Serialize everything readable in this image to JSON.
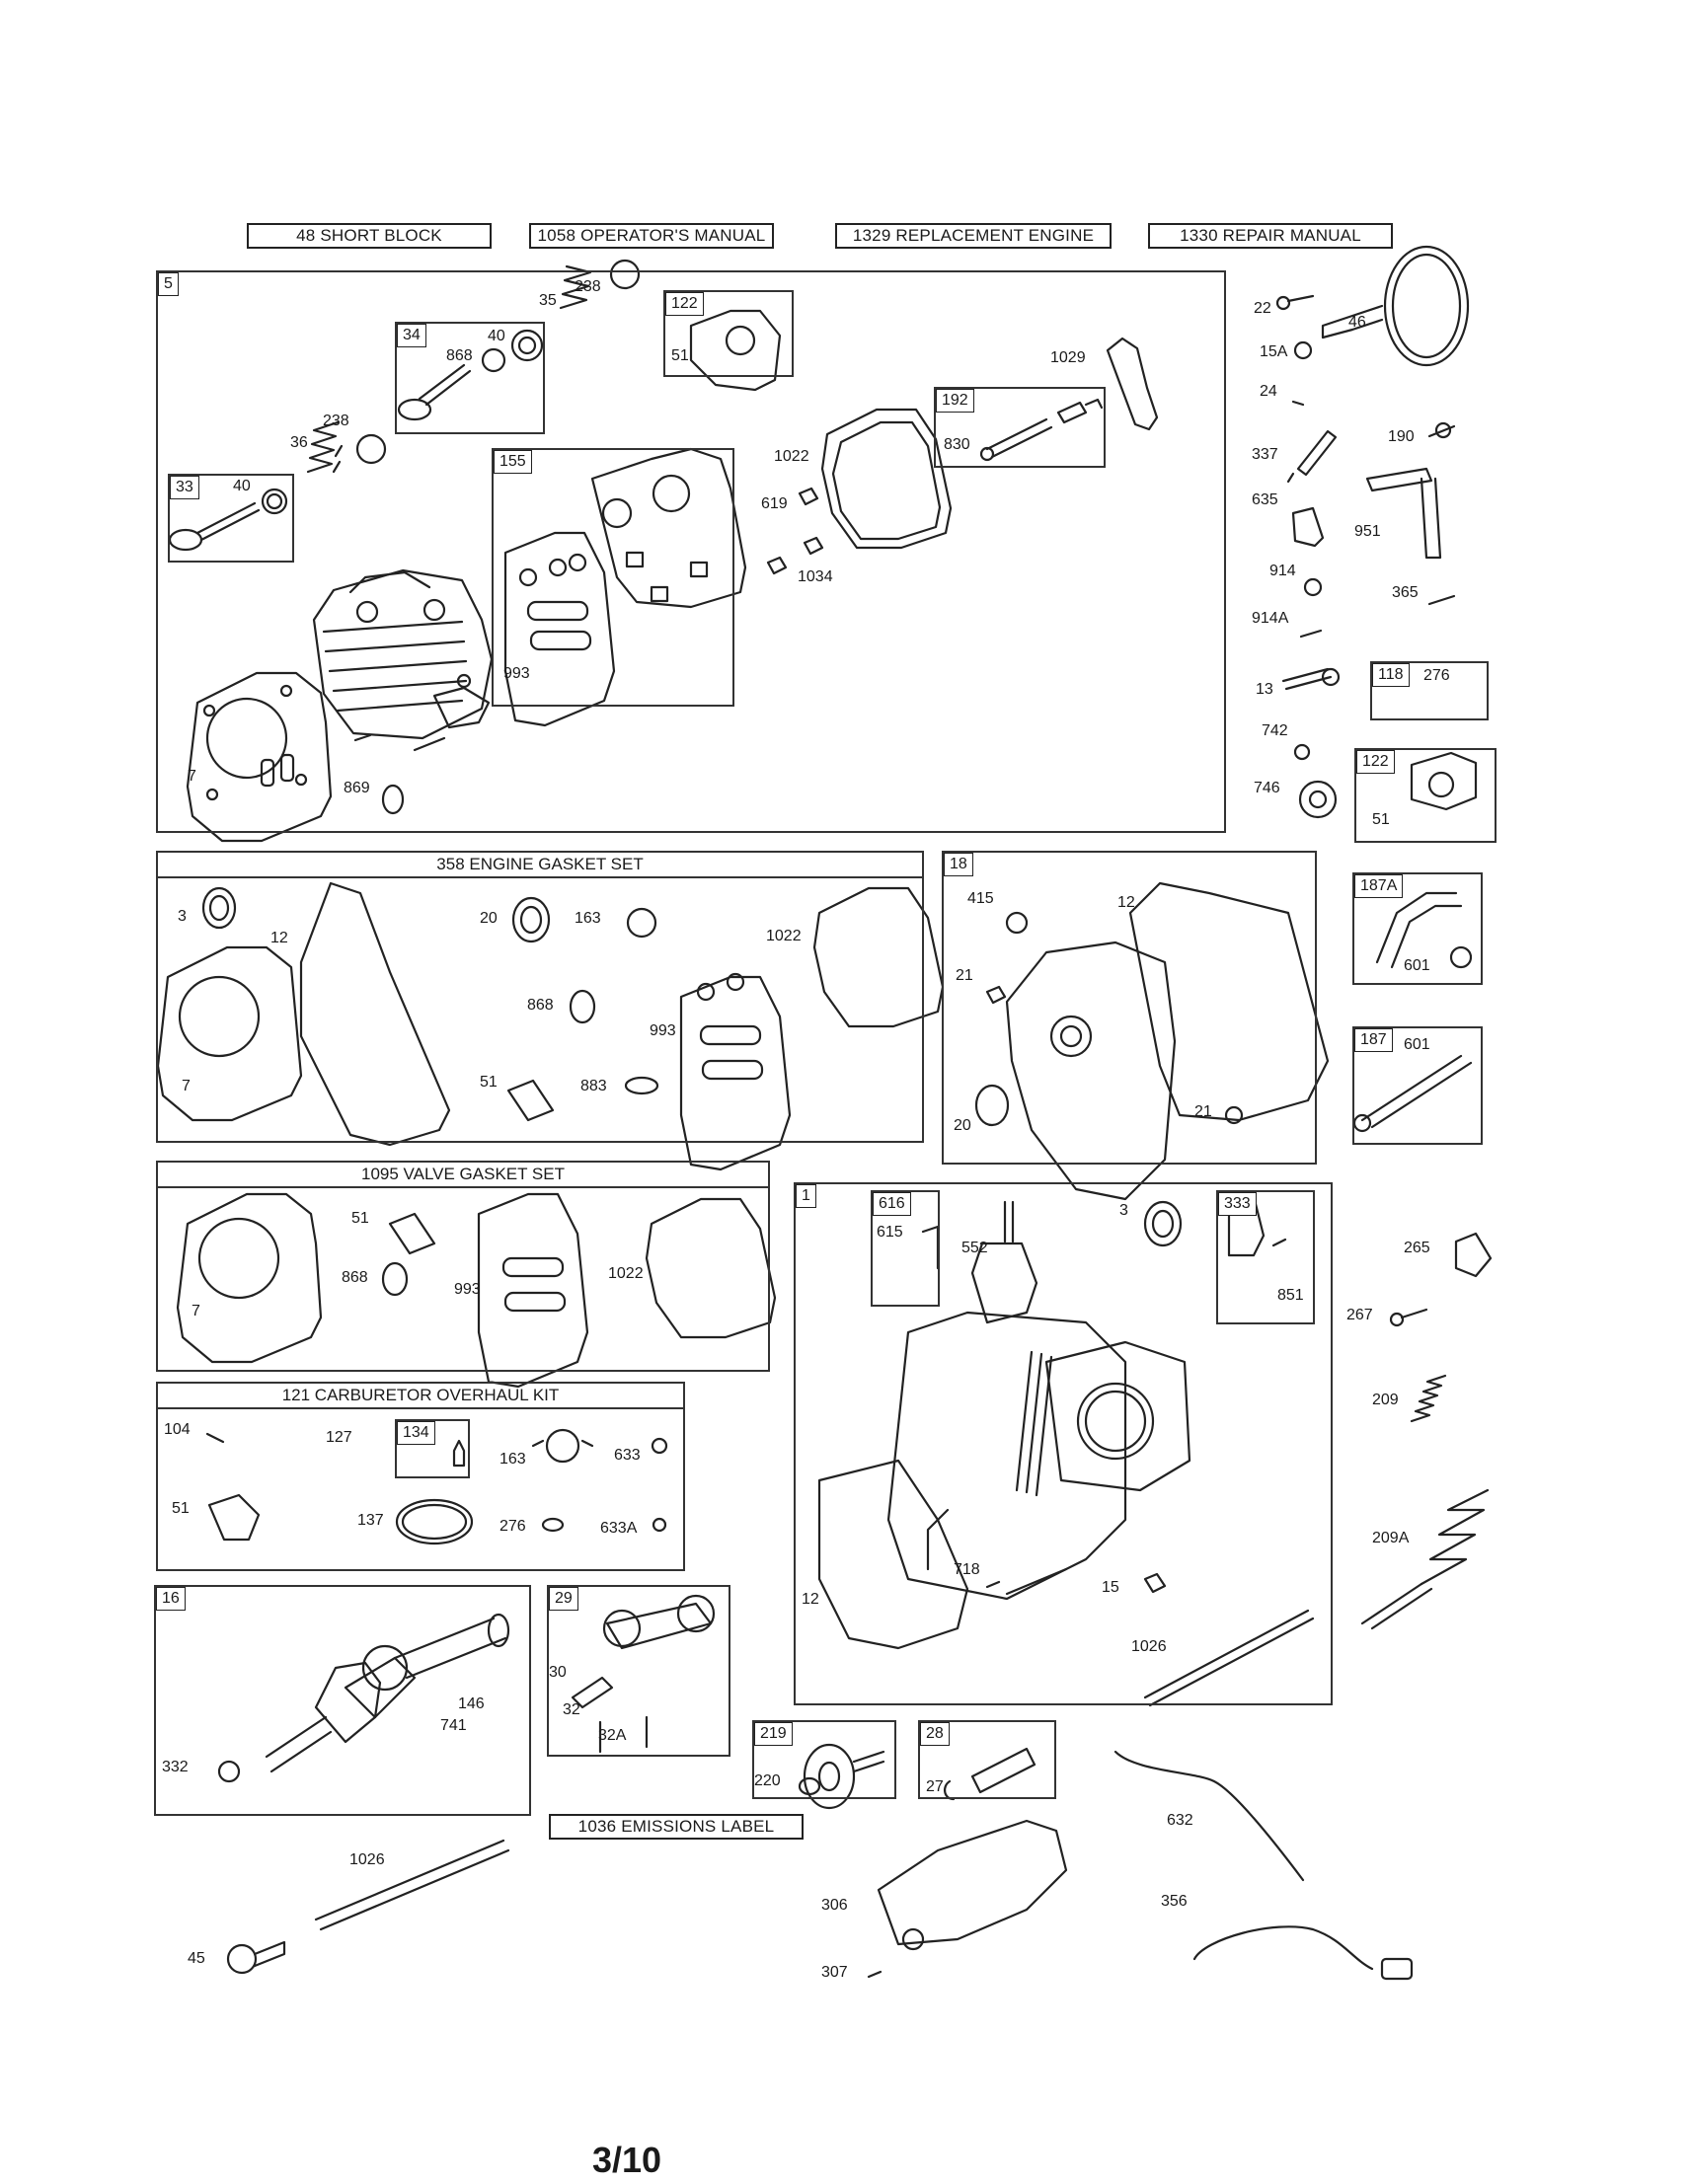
{
  "header_boxes": {
    "short_block": "48 SHORT BLOCK",
    "operators_manual": "1058 OPERATOR'S MANUAL",
    "replacement_engine": "1329 REPLACEMENT ENGINE",
    "repair_manual": "1330 REPAIR MANUAL"
  },
  "panels": {
    "engine_gasket_set": "358 ENGINE GASKET SET",
    "valve_gasket_set": "1095 VALVE GASKET SET",
    "carburetor_kit": "121 CARBURETOR OVERHAUL KIT",
    "emissions_label": "1036 EMISSIONS LABEL"
  },
  "group_tags": {
    "cyl_head": "5",
    "exhaust_valve": "33",
    "intake_valve": "34",
    "head_gasket_kit": "155",
    "breather": "122",
    "rocker": "192",
    "crankcase_cover": "18",
    "cylinder": "1",
    "governor": "616",
    "sensor": "333",
    "crankshaft": "16",
    "connecting_rod": "29",
    "gear": "219",
    "pin": "28",
    "oil_drain": "118",
    "carb_spacer": "122",
    "tube_a": "187A",
    "tube": "187",
    "carb_inner": "134"
  },
  "labels": {
    "head": [
      "238",
      "35",
      "40",
      "868",
      "238",
      "36",
      "40",
      "1029",
      "830",
      "1022",
      "619",
      "1034",
      "993",
      "7",
      "869",
      "51"
    ],
    "right_col": [
      "22",
      "46",
      "15A",
      "24",
      "337",
      "190",
      "635",
      "951",
      "914",
      "914A",
      "365",
      "13",
      "276",
      "742",
      "746",
      "51",
      "601",
      "601"
    ],
    "gasket_set": [
      "3",
      "12",
      "20",
      "163",
      "1022",
      "868",
      "993",
      "7",
      "51",
      "883"
    ],
    "crankcase_cover": [
      "415",
      "12",
      "21",
      "20",
      "21"
    ],
    "valve_set": [
      "51",
      "868",
      "993",
      "1022",
      "7"
    ],
    "cylinder": [
      "615",
      "552",
      "3",
      "851",
      "12",
      "718",
      "15",
      "1026"
    ],
    "right_lower": [
      "265",
      "267",
      "209",
      "209A"
    ],
    "carb": [
      "104",
      "127",
      "163",
      "633",
      "51",
      "137",
      "276",
      "633A"
    ],
    "crank": [
      "146",
      "741",
      "332"
    ],
    "rod": [
      "30",
      "32",
      "32A"
    ],
    "bottom": [
      "220",
      "27",
      "632",
      "1026",
      "306",
      "356",
      "45",
      "307"
    ]
  },
  "page_number": "3/10"
}
